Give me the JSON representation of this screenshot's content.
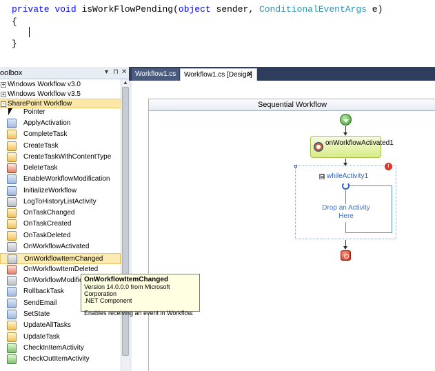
{
  "code": {
    "line1": {
      "kw1": "private",
      "kw2": "void",
      "method": "isWorkFlowPending(",
      "kw3": "object",
      "param1": "sender,",
      "type": "ConditionalEventArgs",
      "param2": "e)"
    },
    "open_brace": "{",
    "close_brace": "}"
  },
  "toolbox": {
    "title": "oolbox",
    "controls": {
      "dropdown": "▾",
      "pin": "⊓",
      "close": "✕"
    },
    "groups": [
      {
        "label": "Windows Workflow v3.0",
        "expander": "+"
      },
      {
        "label": "Windows Workflow v3.5",
        "expander": "+"
      },
      {
        "label": "SharePoint Workflow",
        "expander": "-"
      }
    ],
    "items": [
      {
        "label": "Pointer",
        "icon": "pointer-icon"
      },
      {
        "label": "ApplyActivation",
        "icon": "apply-activation-icon"
      },
      {
        "label": "CompleteTask",
        "icon": "complete-task-icon"
      },
      {
        "label": "CreateTask",
        "icon": "create-task-icon"
      },
      {
        "label": "CreateTaskWithContentType",
        "icon": "create-task-content-type-icon"
      },
      {
        "label": "DeleteTask",
        "icon": "delete-task-icon"
      },
      {
        "label": "EnableWorkflowModification",
        "icon": "enable-workflow-modification-icon"
      },
      {
        "label": "InitializeWorkflow",
        "icon": "initialize-workflow-icon"
      },
      {
        "label": "LogToHistoryListActivity",
        "icon": "log-to-history-icon"
      },
      {
        "label": "OnTaskChanged",
        "icon": "on-task-changed-icon"
      },
      {
        "label": "OnTaskCreated",
        "icon": "on-task-created-icon"
      },
      {
        "label": "OnTaskDeleted",
        "icon": "on-task-deleted-icon"
      },
      {
        "label": "OnWorkflowActivated",
        "icon": "on-workflow-activated-icon"
      },
      {
        "label": "OnWorkflowItemChanged",
        "icon": "on-workflow-item-changed-icon"
      },
      {
        "label": "OnWorkflowItemDeleted",
        "icon": "on-workflow-item-deleted-icon"
      },
      {
        "label": "OnWorkflowModified",
        "icon": "on-workflow-modified-icon"
      },
      {
        "label": "RollbackTask",
        "icon": "rollback-task-icon"
      },
      {
        "label": "SendEmail",
        "icon": "send-email-icon"
      },
      {
        "label": "SetState",
        "icon": "set-state-icon"
      },
      {
        "label": "UpdateAllTasks",
        "icon": "update-all-tasks-icon"
      },
      {
        "label": "UpdateTask",
        "icon": "update-task-icon"
      },
      {
        "label": "CheckInItemActivity",
        "icon": "check-in-item-icon"
      },
      {
        "label": "CheckOutItemActivity",
        "icon": "check-out-item-icon"
      }
    ]
  },
  "tabs": [
    {
      "label": "Workflow1.cs"
    },
    {
      "label": "Workflow1.cs [Design]",
      "close": "✕"
    }
  ],
  "designer": {
    "header": "Sequential Workflow",
    "activity": "onWorkflowActivated1",
    "while_label": "whileActivity1",
    "while_expander": "⊟",
    "error_badge": "!",
    "drop_hint": "Drop an Activity Here"
  },
  "tooltip": {
    "title": "OnWorkflowItemChanged",
    "version": "Version 14.0.0.0 from Microsoft Corporation",
    "component": ".NET Component",
    "description": "Enables receiving an event in Workflow."
  }
}
